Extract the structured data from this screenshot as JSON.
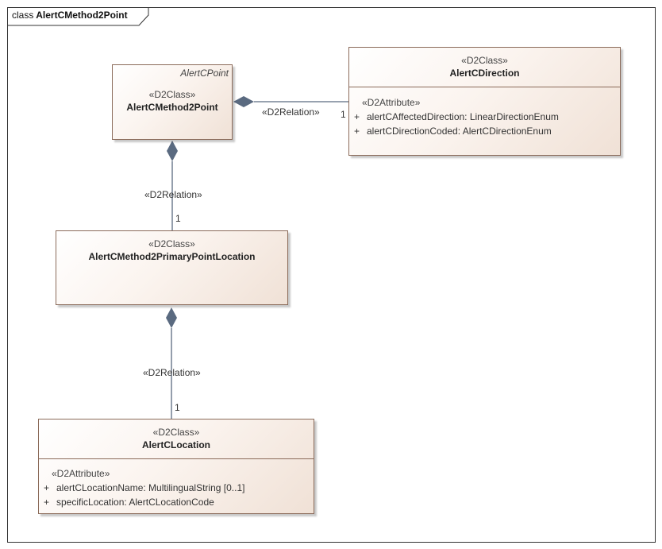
{
  "diagram": {
    "frame_keyword": "class",
    "frame_name": "AlertCMethod2Point"
  },
  "classes": {
    "method2point": {
      "parent": "AlertCPoint",
      "stereotype": "«D2Class»",
      "name": "AlertCMethod2Point"
    },
    "direction": {
      "stereotype": "«D2Class»",
      "name": "AlertCDirection",
      "attr_stereotype": "«D2Attribute»",
      "attributes": [
        {
          "vis": "+",
          "text": "alertCAffectedDirection: LinearDirectionEnum"
        },
        {
          "vis": "+",
          "text": "alertCDirectionCoded: AlertCDirectionEnum"
        }
      ]
    },
    "primary": {
      "stereotype": "«D2Class»",
      "name": "AlertCMethod2PrimaryPointLocation"
    },
    "location": {
      "stereotype": "«D2Class»",
      "name": "AlertCLocation",
      "attr_stereotype": "«D2Attribute»",
      "attributes": [
        {
          "vis": "+",
          "text": "alertCLocationName: MultilingualString [0..1]"
        },
        {
          "vis": "+",
          "text": "specificLocation: AlertCLocationCode"
        }
      ]
    }
  },
  "relations": [
    {
      "label": "«D2Relation»",
      "multiplicity": "1"
    },
    {
      "label": "«D2Relation»",
      "multiplicity": "1"
    },
    {
      "label": "«D2Relation»",
      "multiplicity": "1"
    }
  ]
}
